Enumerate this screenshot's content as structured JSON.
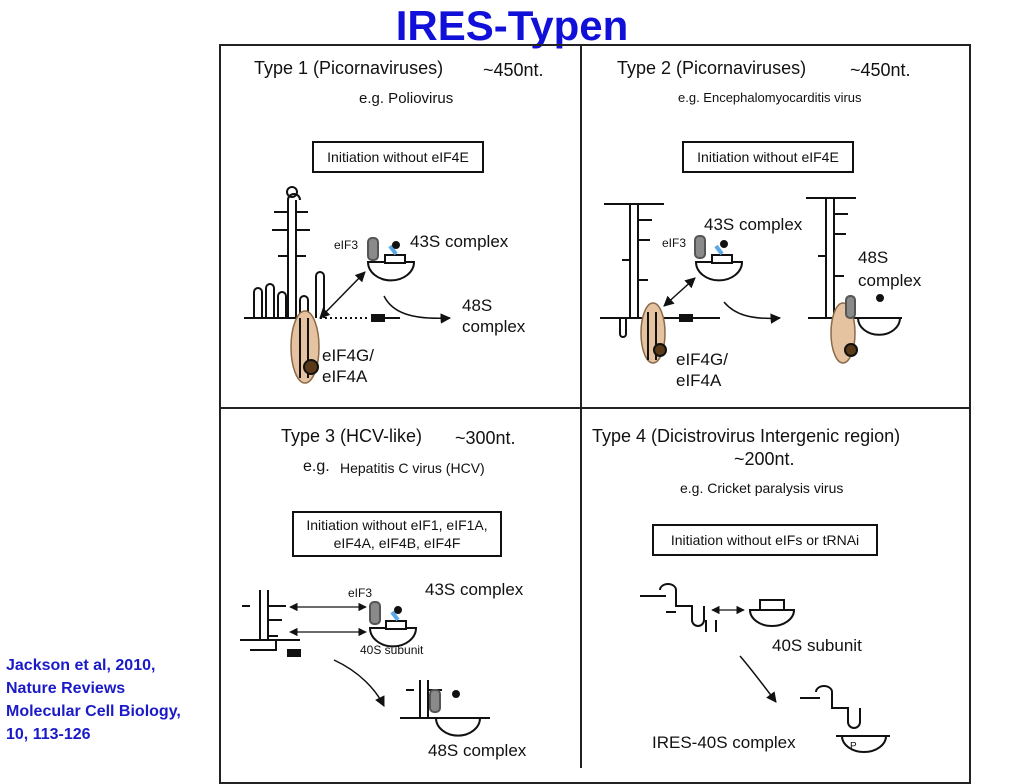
{
  "title": "IRES-Typen",
  "citation": [
    "Jackson et al, 2010,",
    "Nature Reviews",
    "Molecular Cell Biology,",
    "10, 113-126"
  ],
  "panels": {
    "type1": {
      "heading": "Type 1 (Picornaviruses)",
      "length": "~450nt.",
      "example": "e.g. Poliovirus",
      "condition": "Initiation without eIF4E",
      "labels": {
        "eif3": "eIF3",
        "complex43": "43S complex",
        "complex48": [
          "48S",
          "complex"
        ],
        "eif4": [
          "eIF4G/",
          "eIF4A"
        ]
      }
    },
    "type2": {
      "heading": "Type 2   (Picornaviruses)",
      "length": "~450nt.",
      "example": "e.g. Encephalomyocarditis virus",
      "condition": "Initiation without eIF4E",
      "labels": {
        "eif3": "eIF3",
        "complex43": "43S complex",
        "complex48": [
          "48S",
          "complex"
        ],
        "eif4": [
          "eIF4G/",
          "eIF4A"
        ]
      }
    },
    "type3": {
      "heading": "Type 3 (HCV-like)",
      "length": "~300nt.",
      "example_prefix": "e.g.",
      "example": "Hepatitis C virus (HCV)",
      "condition": [
        "Initiation without eIF1, eIF1A,",
        "eIF4A, eIF4B, eIF4F"
      ],
      "labels": {
        "eif3": "eIF3",
        "complex43": "43S complex",
        "subunit40": "40S subunit",
        "complex48": "48S complex"
      }
    },
    "type4": {
      "heading": "Type 4 (Dicistrovirus Intergenic region)",
      "length": "~200nt.",
      "example": "e.g. Cricket paralysis virus",
      "condition": "Initiation without eIFs or tRNAi",
      "labels": {
        "subunit40": "40S subunit",
        "ires40": "IRES-40S complex",
        "p_site": "P"
      }
    }
  },
  "colors": {
    "title": "#1010d8",
    "citation": "#1a1ac8",
    "eif4g_fill": "#e6c3a0",
    "eif4a_fill": "#5a3a18",
    "eif3_fill": "#8a8a8a",
    "trna": "#5aa9e6"
  }
}
